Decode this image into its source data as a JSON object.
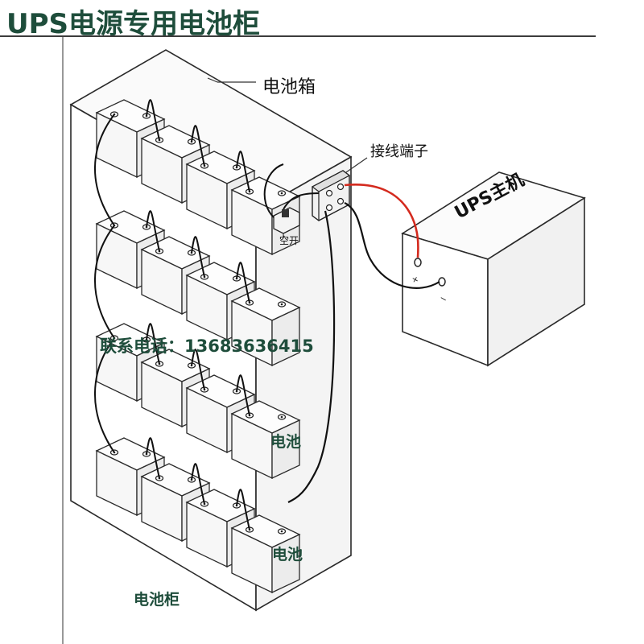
{
  "title": "UPS电源专用电池柜",
  "labels": {
    "battery_box": "电池箱",
    "terminal_block": "接线端子",
    "breaker": "空开",
    "ups_host": "UPS主机",
    "contact": "联系电话：13683636415",
    "battery_1": "电池",
    "battery_2": "电池",
    "cabinet": "电池柜"
  },
  "colors": {
    "title_green": "#1e4d3b",
    "positive_wire": "#d42a1e",
    "line": "#2a2a2a",
    "cable": "#111111"
  }
}
